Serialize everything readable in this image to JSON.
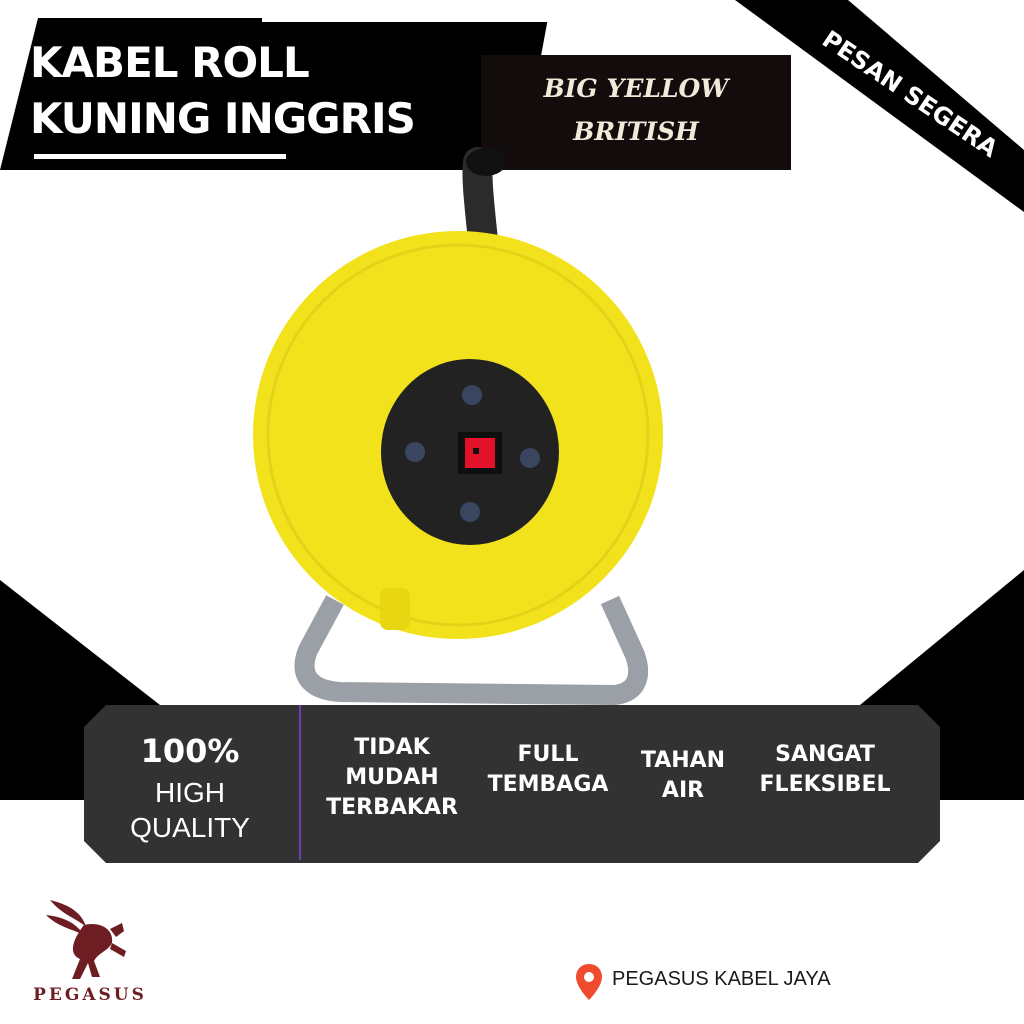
{
  "header": {
    "title_line1": "KABEL ROLL",
    "title_line2": "KUNING INGGRIS",
    "subtitle_line1": "BIG YELLOW",
    "subtitle_line2": "BRITISH"
  },
  "ribbon": {
    "label": "PESAN SEGERA"
  },
  "product": {
    "icon": "cable-reel-icon",
    "colors": {
      "reel": "#f2e21b",
      "hub": "#222222",
      "switch": "#e3122a",
      "stand": "#9aa0a6"
    }
  },
  "features": {
    "quality": {
      "value": "100%",
      "line1": "HIGH",
      "line2": "QUALITY"
    },
    "items": [
      {
        "lines": [
          "TIDAK",
          "MUDAH",
          "TERBAKAR"
        ]
      },
      {
        "lines": [
          "FULL",
          "TEMBAGA"
        ]
      },
      {
        "lines": [
          "TAHAN",
          "AIR"
        ]
      },
      {
        "lines": [
          "SANGAT",
          "FLEKSIBEL"
        ]
      }
    ]
  },
  "footer": {
    "brand": "PEGASUS",
    "brand_icon": "pegasus-logo-icon",
    "location_icon": "map-pin-icon",
    "location_text": "PEGASUS KABEL JAYA"
  },
  "colors": {
    "panel": "#323232",
    "black": "#000000",
    "accent_divider": "#6b3fb3",
    "brand": "#6e1e22",
    "pin": "#ef4b2f"
  }
}
